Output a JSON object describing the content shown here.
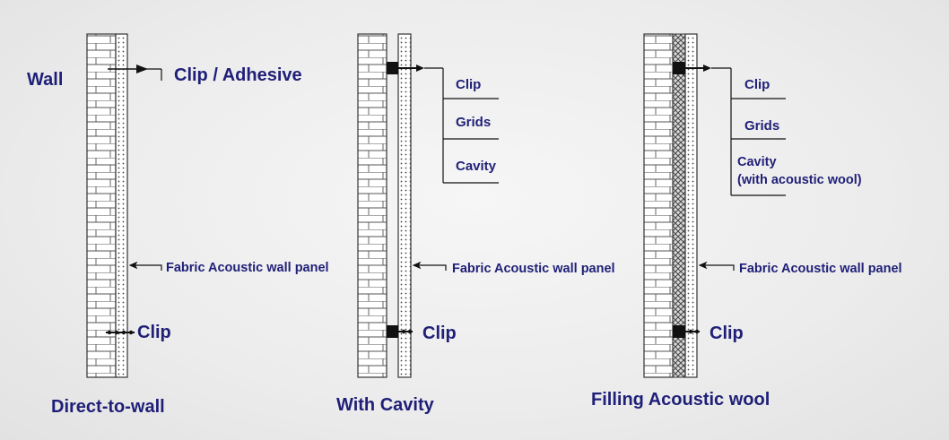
{
  "labels": {
    "wall": "Wall",
    "clip_adhesive": "Clip / Adhesive",
    "fabric_panel": "Fabric Acoustic wall panel",
    "clip": "Clip",
    "grids": "Grids",
    "cavity": "Cavity",
    "cavity_wool_line1": "Cavity",
    "cavity_wool_line2": "(with acoustic wool)"
  },
  "diagrams": [
    {
      "caption": "Direct-to-wall"
    },
    {
      "caption": "With Cavity"
    },
    {
      "caption": "Filling Acoustic wool"
    }
  ],
  "colors": {
    "text": "#1f1f78",
    "line": "#222222",
    "brick_fill": "#ffffff"
  }
}
